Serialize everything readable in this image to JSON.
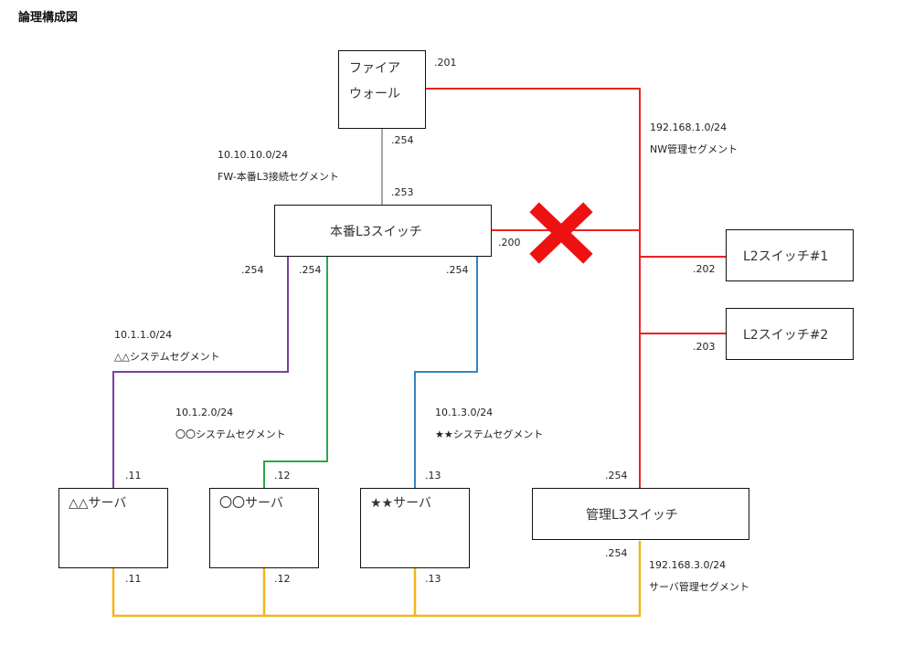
{
  "title": "論理構成図",
  "nodes": {
    "firewall": {
      "line1": "ファイア",
      "line2": "ウォール"
    },
    "core_l3": {
      "label": "本番L3スイッチ"
    },
    "l2_1": {
      "label": "L2スイッチ#1"
    },
    "l2_2": {
      "label": "L2スイッチ#2"
    },
    "mgmt_l3": {
      "label": "管理L3スイッチ"
    },
    "server_tri": {
      "label": "△△サーバ"
    },
    "server_circ": {
      "label": "〇〇サーバ"
    },
    "server_star": {
      "label": "★★サーバ"
    }
  },
  "segments": {
    "fw_core": {
      "network": "10.10.10.0/24",
      "name": "FW-本番L3接続セグメント"
    },
    "nw_mgmt": {
      "network": "192.168.1.0/24",
      "name": "NW管理セグメント"
    },
    "tri": {
      "network": "10.1.1.0/24",
      "name": "△△システムセグメント"
    },
    "circ": {
      "network": "10.1.2.0/24",
      "name": "〇〇システムセグメント"
    },
    "star": {
      "network": "10.1.3.0/24",
      "name": "★★システムセグメント"
    },
    "server_mgmt": {
      "network": "192.168.3.0/24",
      "name": "サーバ管理セグメント"
    }
  },
  "addresses": {
    "fw_nw": ".201",
    "fw_down": ".254",
    "core_up": ".253",
    "core_nw": ".200",
    "core_tri": ".254",
    "core_circ": ".254",
    "core_star": ".254",
    "l2_1": ".202",
    "l2_2": ".203",
    "mgmt_up": ".254",
    "mgmt_down": ".254",
    "tri_top": ".11",
    "circ_top": ".12",
    "star_top": ".13",
    "tri_bottom": ".11",
    "circ_bottom": ".12",
    "star_bottom": ".13"
  },
  "colors": {
    "nw_mgmt_line": "#ee2222",
    "fw_core_line": "#888888",
    "tri_line": "#7a3fa0",
    "circ_line": "#2aa84a",
    "star_line": "#2f86c8",
    "server_mgmt_line": "#f2b51c",
    "cut_mark": "#ee1111"
  },
  "disconnected_link": "本番L3スイッチ .200 — NW管理セグメント"
}
